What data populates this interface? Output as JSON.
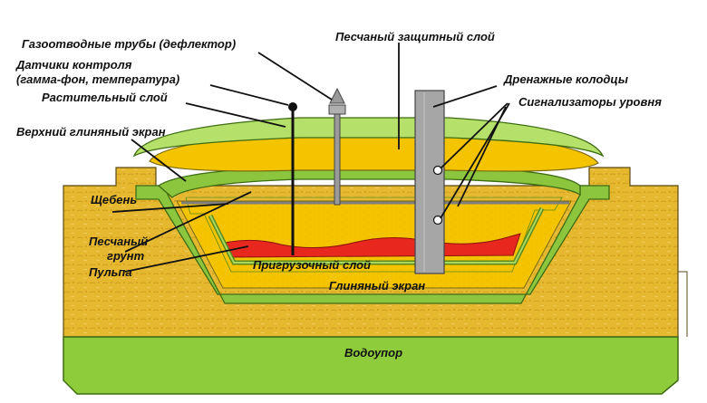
{
  "labels": {
    "gas_pipes": "Газоотводные трубы (дефлектор)",
    "sensors_line1": "Датчики контроля",
    "sensors_line2": "(гамма-фон, температура)",
    "vegetation_layer": "Растительный слой",
    "upper_clay_screen": "Верхний глиняный экран",
    "crushed_stone": "Щебень",
    "sandy_soil_line1": "Песчаный",
    "sandy_soil_line2": "грунт",
    "pulp": "Пульпа",
    "load_layer": "Пригрузочный слой",
    "clay_screen": "Глиняный экран",
    "aquiclude": "Водоупор",
    "sand_protective_layer": "Песчаный защитный слой",
    "drainage_wells": "Дренажные колодцы",
    "level_indicators": "Сигнализаторы уровня"
  },
  "colors": {
    "soil": "#e6b830",
    "sand": "#f5c400",
    "clay_green": "#8cc63f",
    "vegetation_green": "#b5e06a",
    "pulp_red": "#e8281e",
    "well_gray": "#a6a6a6",
    "aquiclude_green": "#8fcc3c"
  }
}
